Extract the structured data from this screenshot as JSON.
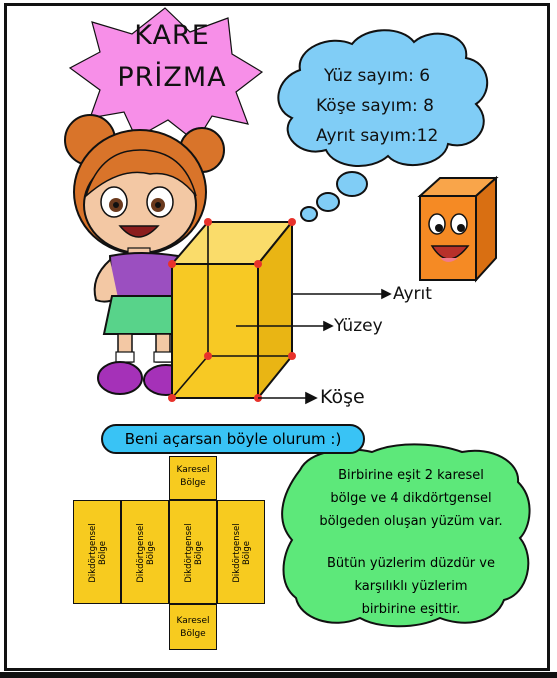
{
  "title": {
    "line1": "KARE",
    "line2": "PRİZMA"
  },
  "cloud": {
    "face_count": "Yüz sayım: 6",
    "vertex_count": "Köşe sayım: 8",
    "edge_count": "Ayrıt sayım:12"
  },
  "labels": {
    "edge": "Ayrıt",
    "face": "Yüzey",
    "vertex": "Köşe"
  },
  "net_caption": "Beni açarsan böyle olurum :)",
  "net": {
    "square_top": [
      "Karesel",
      "Bölge"
    ],
    "square_bottom": [
      "Karesel",
      "Bölge"
    ],
    "rect_faces": [
      [
        "Dikdörtgensel",
        "Bölge"
      ],
      [
        "Dikdörtgensel",
        "Bölge"
      ],
      [
        "Dikdörtgensel",
        "Bölge"
      ],
      [
        "Dikdörtgensel",
        "Bölge"
      ]
    ]
  },
  "info": {
    "line1": "Birbirine eşit 2 karesel",
    "line2": "bölge ve 4 dikdörtgensel",
    "line3": "bölgeden oluşan yüzüm var.",
    "line4": "Bütün yüzlerim düzdür ve",
    "line5": "karşılıklı yüzlerim",
    "line6": "birbirine eşittir."
  },
  "colors": {
    "title_star": "#f78fe8",
    "cloud": "#80cdf6",
    "prism": "#f7c924",
    "vertex_dot": "#e8322b",
    "pill": "#39c3f5",
    "info_blob": "#5de87a",
    "orange_cube": "#f58a24"
  },
  "icons": [
    "girl-illustration",
    "orange-cube-character",
    "thought-cloud",
    "square-prism"
  ]
}
